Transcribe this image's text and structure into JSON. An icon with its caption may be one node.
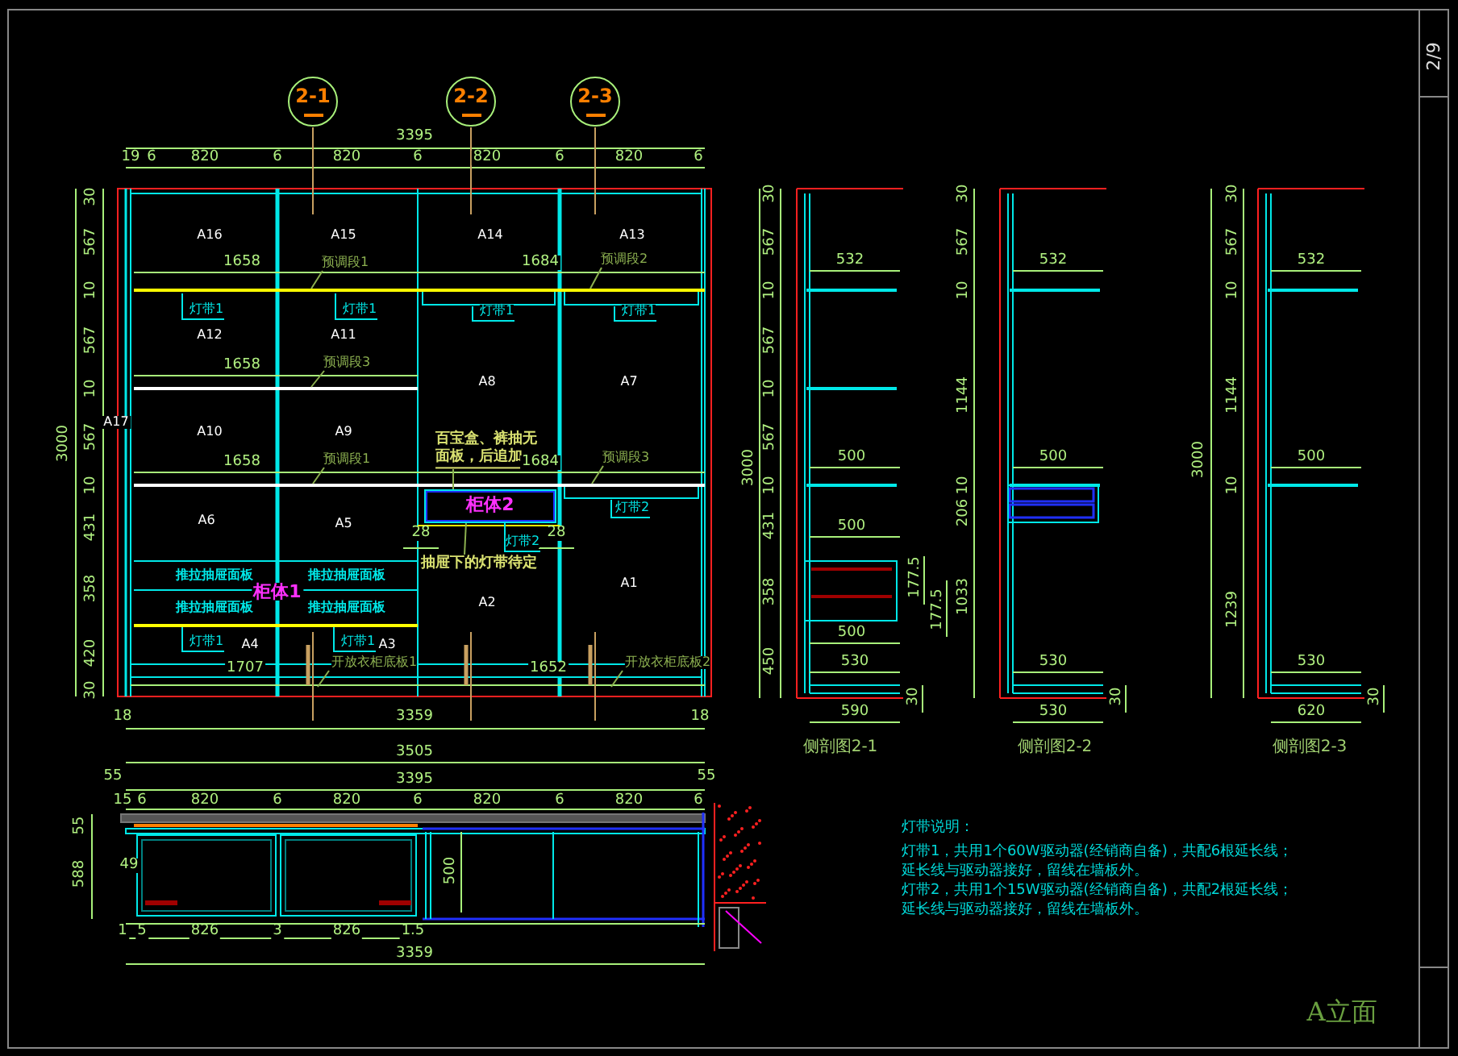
{
  "diagram": {
    "nodes": [
      {
        "text": [
          "2-1"
        ]
      },
      {
        "text": [
          "2-2"
        ]
      },
      {
        "text": [
          "2-3"
        ]
      },
      {
        "text": [
          "预调段1"
        ]
      },
      {
        "text": [
          "预调段2"
        ]
      },
      {
        "text": [
          "预调段3"
        ]
      },
      {
        "text": [
          "预调段1"
        ]
      },
      {
        "text": [
          "预调段3"
        ]
      },
      {
        "text": [
          "灯带1"
        ]
      },
      {
        "text": [
          "灯带1"
        ]
      },
      {
        "text": [
          "灯带1"
        ]
      },
      {
        "text": [
          "灯带1"
        ]
      },
      {
        "text": [
          "灯带2"
        ]
      },
      {
        "text": [
          "灯带2"
        ]
      },
      {
        "text": [
          "灯带1"
        ]
      },
      {
        "text": [
          "灯带1"
        ]
      },
      {
        "text": [
          "百宝盒、裤抽无面板，后追加"
        ]
      },
      {
        "text": [
          "抽屉下的灯带待定"
        ]
      },
      {
        "text": [
          "开放衣柜底板1"
        ]
      },
      {
        "text": [
          "开放衣柜底板2"
        ]
      },
      {
        "text": [
          "柜体2"
        ]
      }
    ],
    "edges": [
      {
        "from": 0,
        "to": null,
        "arrow": "none",
        "color": "#c8a060"
      },
      {
        "from": 1,
        "to": null,
        "arrow": "none",
        "color": "#c8a060"
      },
      {
        "from": 2,
        "to": null,
        "arrow": "none",
        "color": "#c8a060"
      },
      {
        "from": 3,
        "to": null,
        "arrow": "none"
      },
      {
        "from": 4,
        "to": null,
        "arrow": "none"
      },
      {
        "from": 5,
        "to": null,
        "arrow": "none"
      },
      {
        "from": 6,
        "to": null,
        "arrow": "none"
      },
      {
        "from": 7,
        "to": null,
        "arrow": "none"
      },
      {
        "from": 8,
        "to": null,
        "arrow": "none",
        "color": "#00e8e8"
      },
      {
        "from": 9,
        "to": null,
        "arrow": "none",
        "color": "#00e8e8"
      },
      {
        "from": 10,
        "to": null,
        "arrow": "none",
        "color": "#00e8e8"
      },
      {
        "from": 11,
        "to": null,
        "arrow": "none",
        "color": "#00e8e8"
      },
      {
        "from": 12,
        "to": null,
        "arrow": "none",
        "color": "#00e8e8"
      },
      {
        "from": 13,
        "to": 20,
        "arrow": "none",
        "color": "#00e8e8"
      },
      {
        "from": 14,
        "to": null,
        "arrow": "none",
        "color": "#00e8e8"
      },
      {
        "from": 15,
        "to": null,
        "arrow": "none",
        "color": "#00e8e8"
      },
      {
        "from": 16,
        "to": 20,
        "arrow": "none"
      },
      {
        "from": 17,
        "to": 20,
        "arrow": "none"
      },
      {
        "from": 18,
        "to": null,
        "arrow": "none"
      },
      {
        "from": 19,
        "to": null,
        "arrow": "none"
      }
    ],
    "labels": [
      "3395",
      "19",
      "6",
      "820",
      "6",
      "820",
      "6",
      "820",
      "6",
      "820",
      "6",
      "3000",
      "30",
      "567",
      "10",
      "567",
      "10",
      "567",
      "10",
      "431",
      "358",
      "420",
      "30",
      "A16",
      "A15",
      "A14",
      "A13",
      "A12",
      "A11",
      "A8",
      "A7",
      "A17",
      "A10",
      "A9",
      "A6",
      "A5",
      "A2",
      "A1",
      "A4",
      "A3",
      "1658",
      "1684",
      "1658",
      "1658",
      "1684",
      "28",
      "28",
      "1707",
      "1652",
      "推拉抽屉面板",
      "推拉抽屉面板",
      "推拉抽屉面板",
      "推拉抽屉面板",
      "柜体1",
      "18",
      "3359",
      "18",
      "3000",
      "30",
      "567",
      "10",
      "567",
      "10",
      "567",
      "10",
      "431",
      "358",
      "450",
      "532",
      "500",
      "500",
      "177.5",
      "177.5",
      "500",
      "530",
      "30",
      "590",
      "30",
      "567",
      "10",
      "1144",
      "10",
      "206",
      "1033",
      "532",
      "500",
      "530",
      "30",
      "530",
      "3000",
      "30",
      "567",
      "10",
      "1144",
      "10",
      "1239",
      "532",
      "500",
      "530",
      "30",
      "620",
      "3505",
      "侧剖图2-1",
      "侧剖图2-2",
      "侧剖图2-3",
      "55",
      "3395",
      "55",
      "15",
      "6",
      "820",
      "6",
      "820",
      "6",
      "820",
      "6",
      "820",
      "6",
      "55",
      "588",
      "49",
      "500",
      "1",
      "5",
      "826",
      "3",
      "826",
      "1.5",
      "3359",
      "灯带说明：",
      "灯带1，共用1个60W驱动器(经销商自备)，共配6根延长线；",
      "延长线与驱动器接好，留线在墙板外。",
      "灯带2，共用1个15W驱动器(经销商自备)，共配2根延长线；",
      "延长线与驱动器接好，留线在墙板外。",
      "A立面",
      "2/9"
    ]
  }
}
